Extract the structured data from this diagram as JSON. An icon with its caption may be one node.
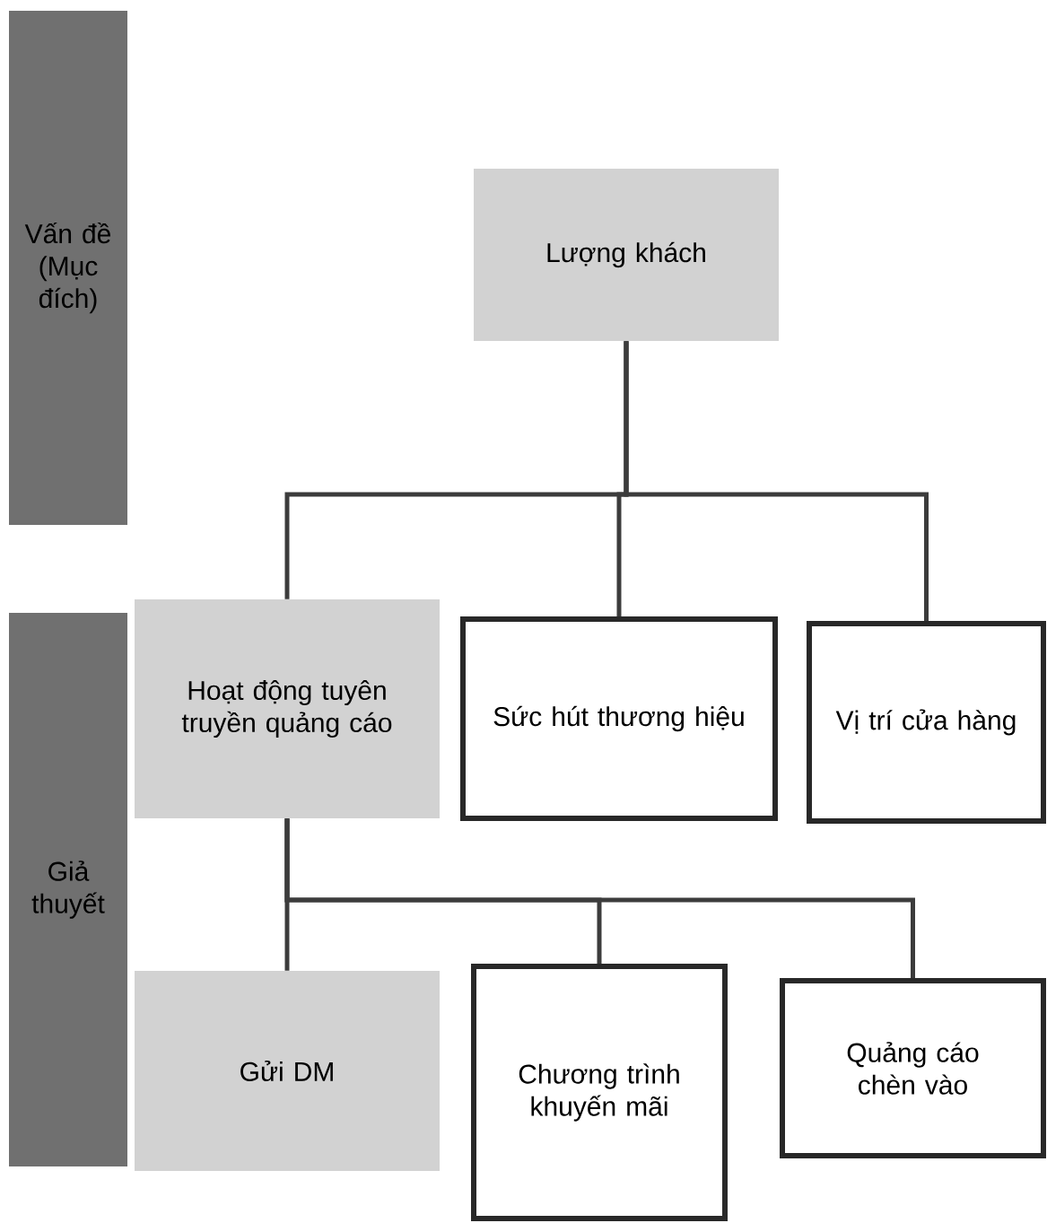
{
  "diagram": {
    "nodes": [
      {
        "text": [
          "Vấn đề (Mục đích)"
        ]
      },
      {
        "text": [
          "Giả thuyết"
        ]
      },
      {
        "text": [
          "Lượng khách"
        ]
      },
      {
        "text": [
          "Hoạt động tuyên truyền quảng cáo"
        ]
      },
      {
        "text": [
          "Sức hút thương hiệu"
        ]
      },
      {
        "text": [
          "Vị trí cửa hàng"
        ]
      },
      {
        "text": [
          "Gửi DM"
        ]
      },
      {
        "text": [
          "Chương trình khuyến mãi"
        ]
      },
      {
        "text": [
          "Quảng cáo chèn vào"
        ]
      }
    ],
    "edges": [
      {
        "from": 2,
        "to": 3,
        "arrow": "none"
      },
      {
        "from": 2,
        "to": 4,
        "arrow": "none"
      },
      {
        "from": 2,
        "to": 5,
        "arrow": "none"
      },
      {
        "from": 3,
        "to": 6,
        "arrow": "none"
      },
      {
        "from": 3,
        "to": 7,
        "arrow": "none"
      },
      {
        "from": 3,
        "to": 8,
        "arrow": "none"
      }
    ]
  }
}
